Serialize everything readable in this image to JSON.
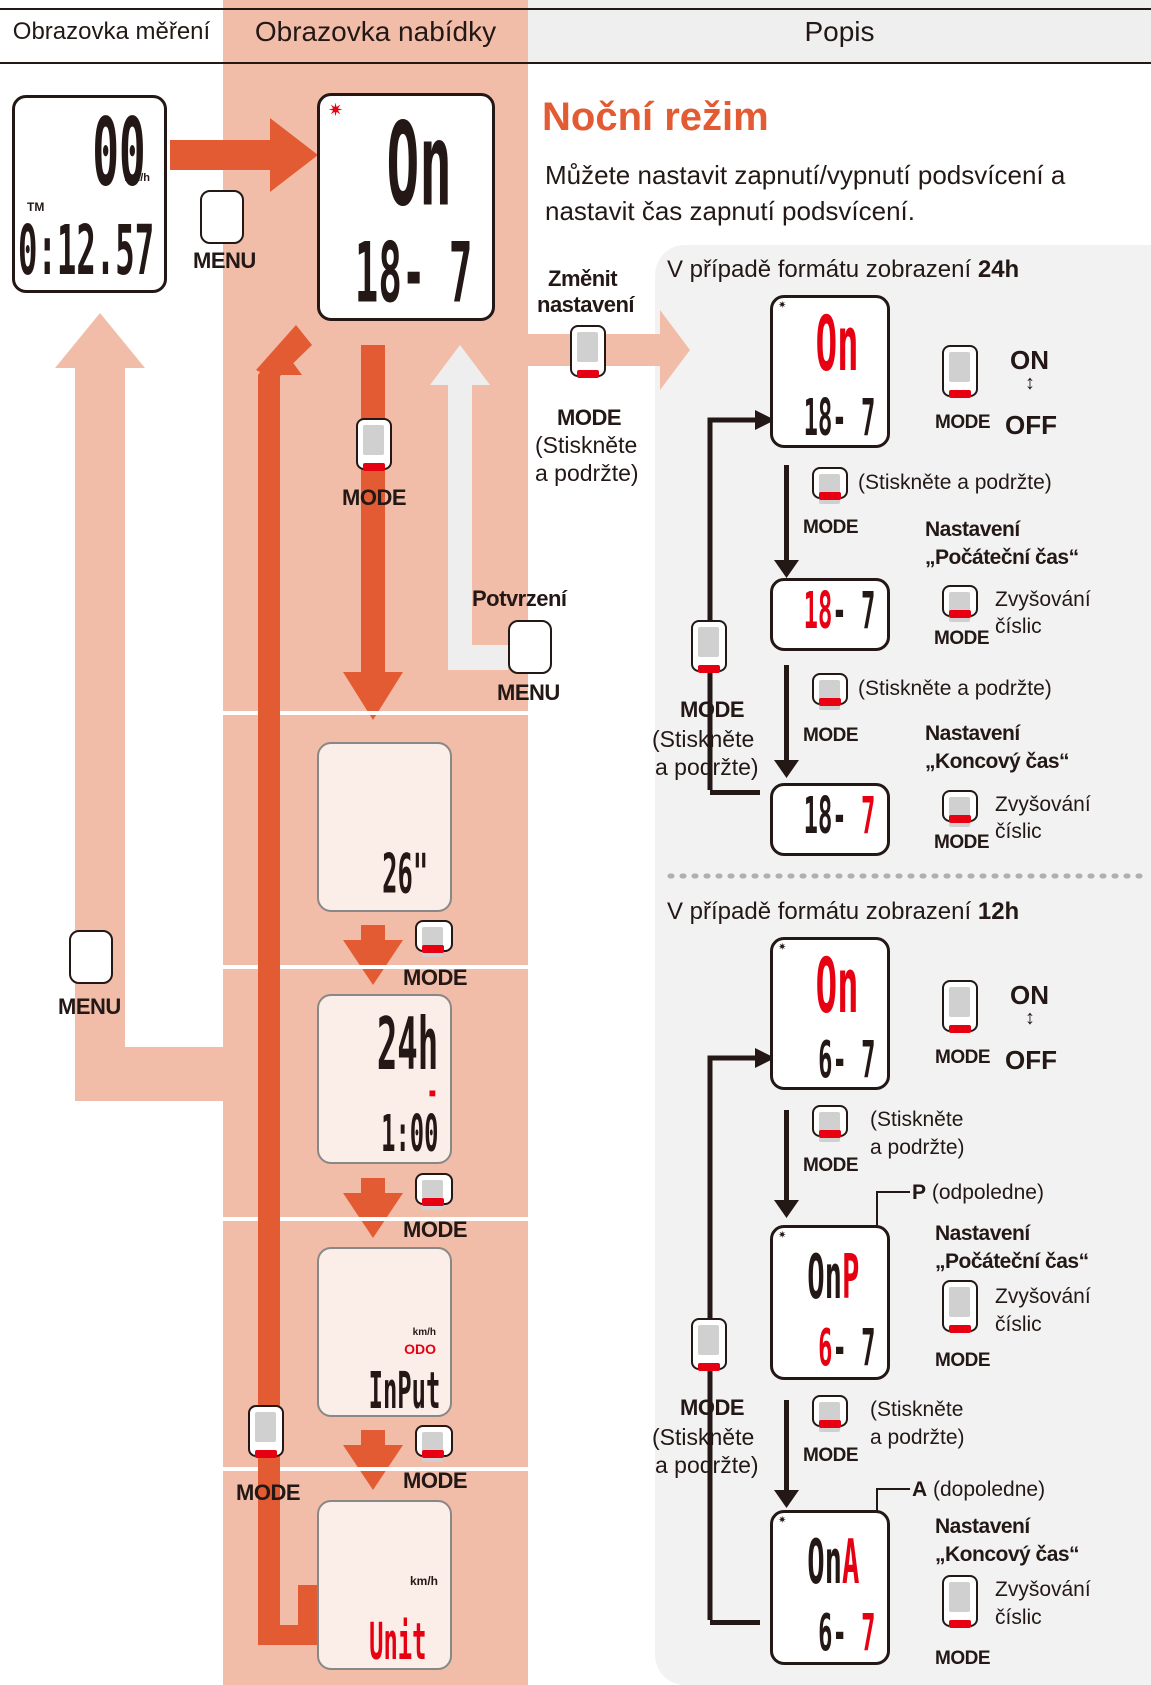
{
  "headers": {
    "col1": "Obrazovka měření",
    "col2": "Obrazovka nabídky",
    "col3": "Popis"
  },
  "meas_screen": {
    "speed": "00",
    "speed_unit": "km/h",
    "tm_label": "TM",
    "time": "0:12.57"
  },
  "menu_button": "MENU",
  "mode_button": "MODE",
  "main": {
    "title": "Noční režim",
    "desc_line1": "Můžete nastavit zapnutí/vypnutí podsvícení a",
    "desc_line2": "nastavit čas zapnutí podsvícení."
  },
  "menu_flow": {
    "night_on": "On",
    "night_time": "18- 7",
    "change_line1": "Změnit",
    "change_line2": "nastavení",
    "press_hold": "(Stiskněte",
    "press_hold2": "a podržte)",
    "confirm": "Potvrzení",
    "tire": "26\"",
    "clock_mode": "24h",
    "clock_time": "1:00",
    "odo_unit": "km/h",
    "odo_label": "ODO",
    "input": "InPut",
    "unit_kmh": "km/h",
    "unit": "Unit"
  },
  "panel24": {
    "title_pre": "V případě formátu zobrazení ",
    "title_bold": "24h",
    "on": "ON",
    "arrow": "↕",
    "off": "OFF",
    "screen_on": "On",
    "screen_time": "18- 7",
    "press_hold": "(Stiskněte a podržte)",
    "start_title1": "Nastavení",
    "start_title2": "„Počáteční čas“",
    "incr1": "Zvyšování",
    "incr2": "číslic",
    "end_title1": "Nastavení",
    "end_title2": "„Koncový čas“",
    "left_hold1": "(Stiskněte",
    "left_hold2": "a podržte)"
  },
  "panel12": {
    "title_pre": "V případě formátu zobrazení ",
    "title_bold": "12h",
    "on": "ON",
    "arrow": "↕",
    "off": "OFF",
    "screen_on": "On",
    "screen_time": "6- 7",
    "hold1": "(Stiskněte",
    "hold2": "a podržte)",
    "p_letter": "P",
    "p_note": " (odpoledne)",
    "a_letter": "A",
    "a_note": " (dopoledne)",
    "start_title1": "Nastavení",
    "start_title2": "„Počáteční čas“",
    "end_title1": "Nastavení",
    "end_title2": "„Koncový čas“",
    "incr1": "Zvyšování",
    "incr2": "číslic"
  },
  "colors": {
    "accent": "#e35b32",
    "band": "#f2bda8",
    "lightband": "#f7d8cb",
    "red": "#e60012",
    "panel": "#f2f2f2"
  }
}
